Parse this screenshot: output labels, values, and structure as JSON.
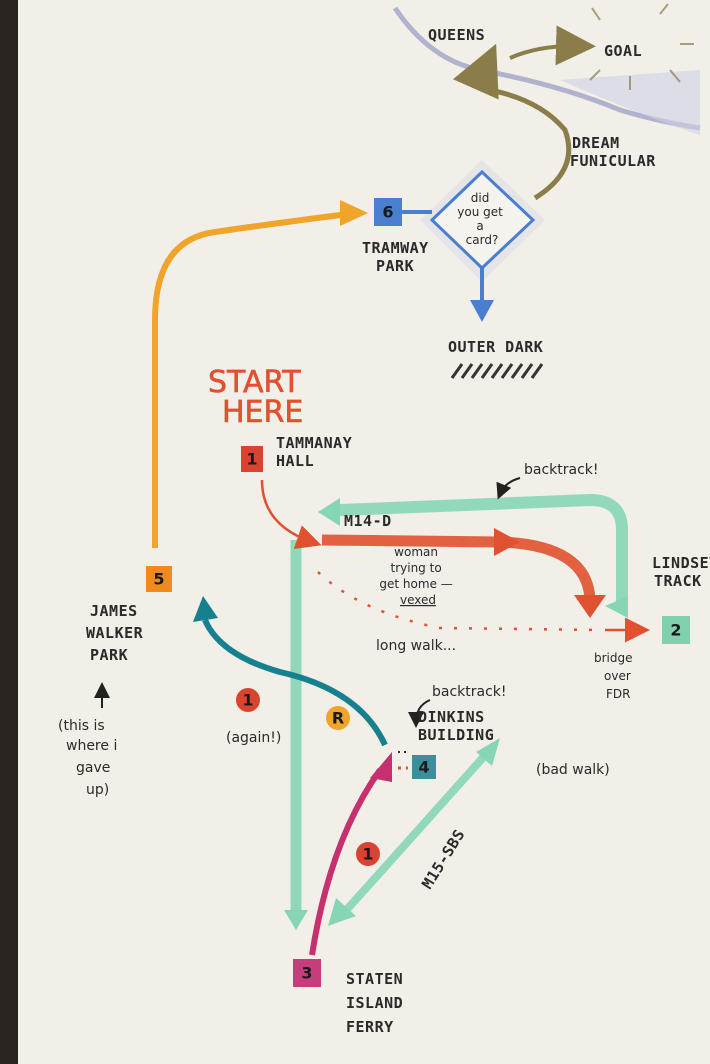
{
  "regions": {
    "queens": "QUEENS",
    "goal": "GOAL",
    "dream_funicular": [
      "DREAM",
      "FUNICULAR"
    ]
  },
  "decision": [
    "did",
    "you get",
    "a",
    "card?"
  ],
  "outer_dark": "OUTER DARK",
  "start": [
    "START",
    "HERE"
  ],
  "stops": [
    {
      "number": "1",
      "name": [
        "TAMMANAY",
        "HALL"
      ],
      "color": "#d9432f"
    },
    {
      "number": "2",
      "name": [
        "LINDSEY",
        "TRACK"
      ],
      "color": "#7fd1ad"
    },
    {
      "number": "3",
      "name": [
        "STATEN",
        "ISLAND",
        "FERRY"
      ],
      "color": "#c53d7a"
    },
    {
      "number": "4",
      "name": [
        "DINKINS",
        "BUILDING"
      ],
      "color": "#3a8f9a"
    },
    {
      "number": "5",
      "name": [
        "JAMES",
        "WALKER",
        "PARK"
      ],
      "color": "#ef8a1e"
    },
    {
      "number": "6",
      "name": [
        "TRAMWAY",
        "PARK"
      ],
      "color": "#4a7fd0"
    }
  ],
  "routes": {
    "m14d": "M14-D",
    "m15sbs": "M15-SBS",
    "r": "R",
    "one": "1",
    "one_again_num": "1",
    "one_again_label": "(again!)"
  },
  "notes": {
    "backtrack_top": "backtrack!",
    "backtrack_mid": "backtrack!",
    "woman": [
      "woman",
      "trying to",
      "get home —",
      "vexed"
    ],
    "long_walk": "long walk...",
    "bridge": [
      "bridge",
      "over",
      "FDR"
    ],
    "bad_walk": "(bad walk)",
    "gave_up": [
      "(this is",
      "where i",
      "gave",
      "up)"
    ]
  },
  "colors": {
    "paper": "#f1efe8",
    "orange": "#f0a42a",
    "red": "#e0512f",
    "mint": "#86d6b5",
    "teal": "#17808f",
    "magenta": "#c6306f",
    "blue": "#4a7fd0",
    "olive": "#8a7d4a",
    "slate": "#7b7fb8"
  }
}
